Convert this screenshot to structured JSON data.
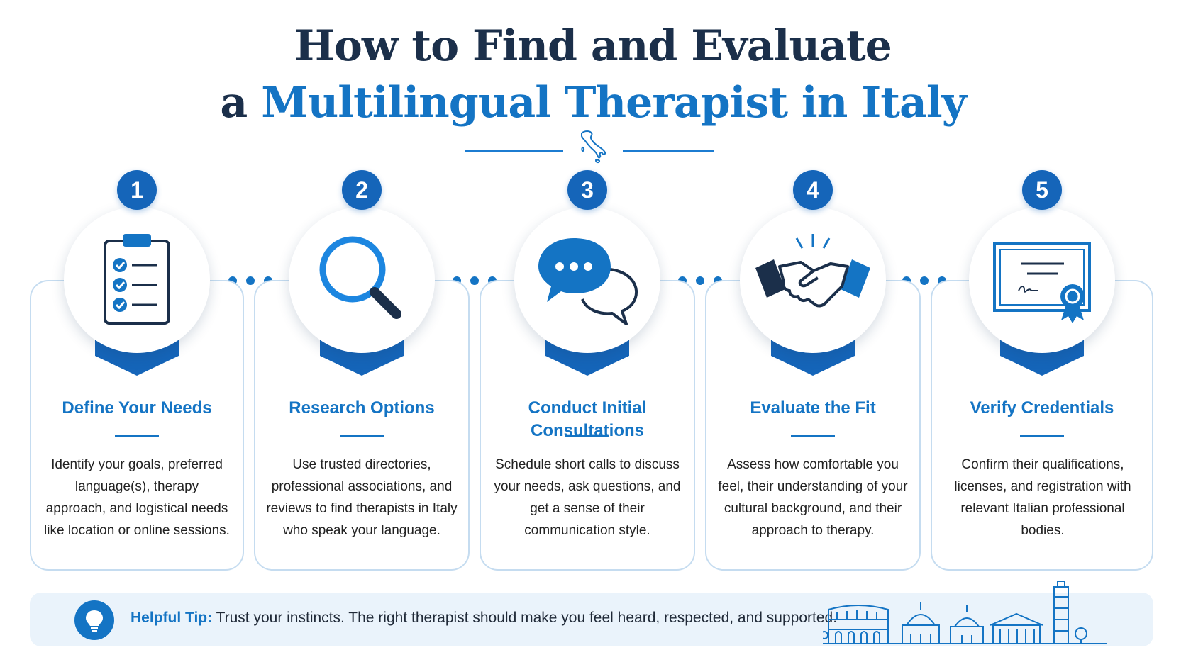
{
  "header": {
    "title_line1": "How to Find and Evaluate",
    "title_line2_prefix": "a ",
    "title_line2_accent": "Multilingual Therapist in Italy"
  },
  "colors": {
    "primary_blue": "#1474c4",
    "dark_navy": "#1b2f4a",
    "badge_blue": "#1565b9",
    "card_border": "#c5dcf0",
    "tip_background": "#eaf3fb"
  },
  "steps": [
    {
      "number": "1",
      "title": "Define Your Needs",
      "description": "Identify your goals, preferred language(s), therapy approach, and logistical needs like location or online sessions.",
      "icon": "clipboard-checklist-icon"
    },
    {
      "number": "2",
      "title": "Research Options",
      "description": "Use trusted directories, professional associations, and reviews to find therapists in Italy who speak your language.",
      "icon": "magnifying-glass-icon"
    },
    {
      "number": "3",
      "title": "Conduct Initial Consultations",
      "description": "Schedule short calls to discuss your needs, ask questions, and get a sense of their communication style.",
      "icon": "speech-bubbles-icon"
    },
    {
      "number": "4",
      "title": "Evaluate the Fit",
      "description": "Assess how comfortable you feel, their understanding of your cultural background, and their approach to therapy.",
      "icon": "handshake-icon"
    },
    {
      "number": "5",
      "title": "Verify Credentials",
      "description": "Confirm their qualifications, licenses, and registration with relevant Italian professional bodies.",
      "icon": "certificate-icon"
    }
  ],
  "tip": {
    "label": "Helpful Tip:",
    "text": " Trust your instincts. The right therapist should make you feel heard, respected, and supported.",
    "icon": "lightbulb-icon"
  },
  "decorations": {
    "divider_icon": "italy-map-icon",
    "skyline_icon": "italian-skyline-icon"
  }
}
